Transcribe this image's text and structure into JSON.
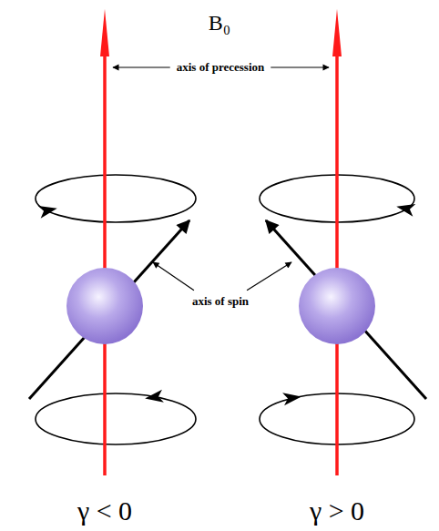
{
  "diagram": {
    "labels": [
      "B₀",
      "axis of precession",
      "axis of spin",
      "γ < 0",
      "γ > 0"
    ]
  }
}
